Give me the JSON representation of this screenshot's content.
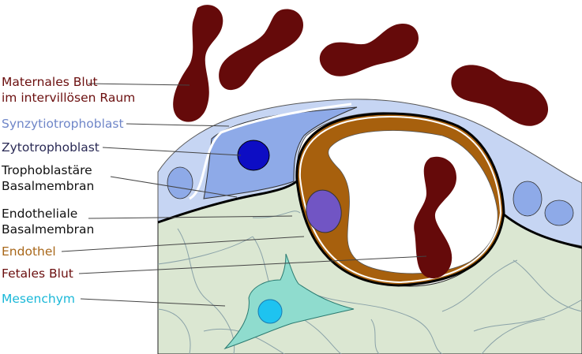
{
  "labels": {
    "maternal_blood": {
      "line1": "Maternales Blut",
      "line2": "im intervillösen Raum",
      "color": "#6b0f0f"
    },
    "syncytiotrophoblast": {
      "text": "Synzytiotrophoblast",
      "color": "#6f86c8"
    },
    "cytotrophoblast": {
      "text": "Zytotrophoblast",
      "color": "#2a2a55"
    },
    "trophoblast_basement": {
      "line1": "Trophoblastäre",
      "line2": "Basalmembran",
      "color": "#111111"
    },
    "endothelial_basement": {
      "line1": "Endotheliale",
      "line2": "Basalmembran",
      "color": "#111111"
    },
    "endothelium": {
      "text": "Endothel",
      "color": "#a8671a"
    },
    "fetal_blood": {
      "text": "Fetales Blut",
      "color": "#6b0f0f"
    },
    "mesenchyme": {
      "text": "Mesenchym",
      "color": "#1ab8d8"
    }
  },
  "colors": {
    "maternal_rbc": "#650a0a",
    "fetal_rbc": "#650a0a",
    "syncytium": "#c6d5f3",
    "cytotrophoblast_cell": "#8eaae8",
    "cytotrophoblast_nucleus": "#0d0dc4",
    "endothelium": "#a7600d",
    "endothelial_nucleus": "#7155c4",
    "mesenchyme": "#dbe7d2",
    "mesenchymal_cell": "#8fdcce",
    "mesenchymal_nucleus": "#1ec3f0",
    "fibers": "#8aa2a8",
    "leader_lines": "#444444"
  }
}
